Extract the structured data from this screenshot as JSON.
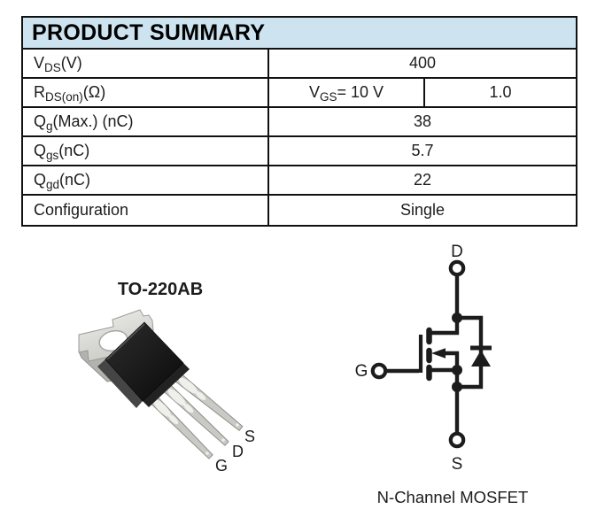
{
  "colors": {
    "header_bg": "#cde4f0",
    "ink": "#1c1c1c",
    "table_border": "#111111"
  },
  "table": {
    "title": "PRODUCT SUMMARY",
    "rows": [
      {
        "param": {
          "base": "V",
          "sub": "DS",
          "rest": " (V)"
        },
        "value": "400"
      },
      {
        "param": {
          "base": "R",
          "sub": "DS(on)",
          "rest": " (Ω)"
        },
        "condition": {
          "base": "V",
          "sub": "GS",
          "rest": " = 10 V"
        },
        "value": "1.0"
      },
      {
        "param": {
          "base": "Q",
          "sub": "g",
          "rest": " (Max.) (nC)"
        },
        "value": "38"
      },
      {
        "param": {
          "base": "Q",
          "sub": "gs",
          "rest": " (nC)"
        },
        "value": "5.7"
      },
      {
        "param": {
          "base": "Q",
          "sub": "gd",
          "rest": " (nC)"
        },
        "value": "22"
      },
      {
        "param": {
          "base": "Configuration",
          "sub": "",
          "rest": ""
        },
        "value": "Single"
      }
    ]
  },
  "package": {
    "title": "TO-220AB",
    "pins": {
      "source": "S",
      "drain": "D",
      "gate": "G"
    }
  },
  "schematic": {
    "drain": "D",
    "gate": "G",
    "source": "S",
    "caption": "N-Channel MOSFET"
  }
}
